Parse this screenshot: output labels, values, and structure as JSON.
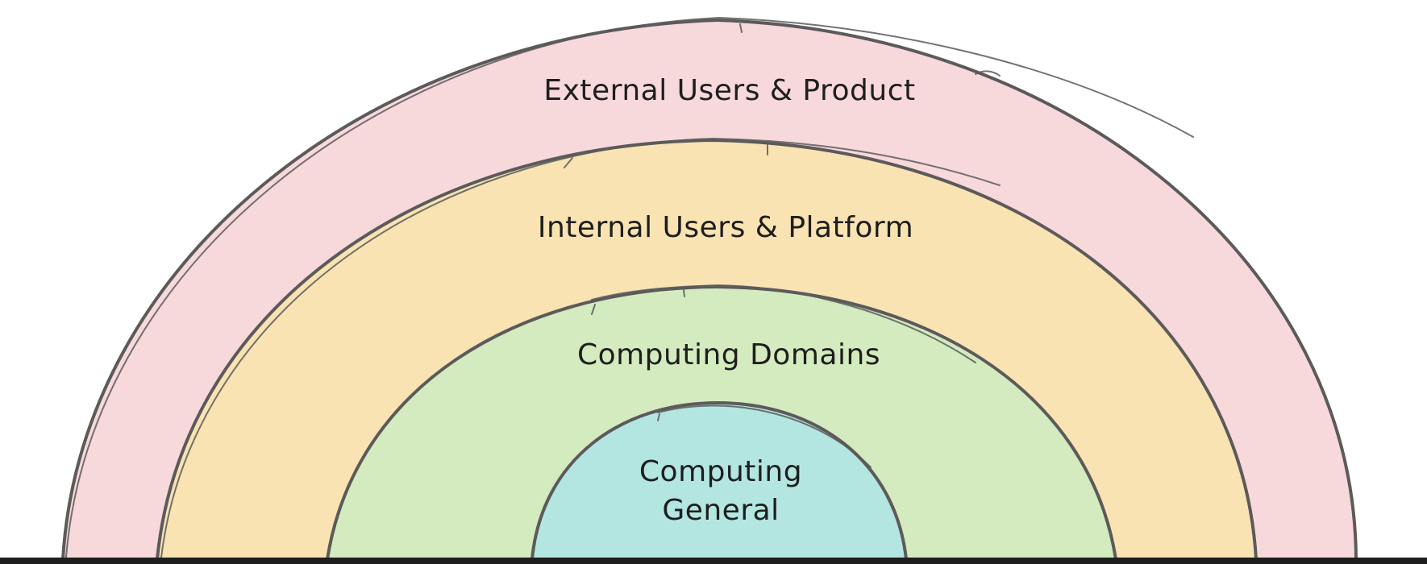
{
  "diagram": {
    "layers": [
      {
        "id": "outer",
        "label": "External Users & Product",
        "color": "#f7d9dc"
      },
      {
        "id": "second",
        "label": "Internal Users & Platform",
        "color": "#f9e3b3"
      },
      {
        "id": "third",
        "label": "Computing Domains",
        "color": "#d3ebbf"
      },
      {
        "id": "core",
        "label_line1": "Computing",
        "label_line2": "General",
        "color": "#b3e6e1"
      }
    ],
    "baseline_color": "#1e1e1e",
    "stroke_color": "#5c5a5a"
  }
}
